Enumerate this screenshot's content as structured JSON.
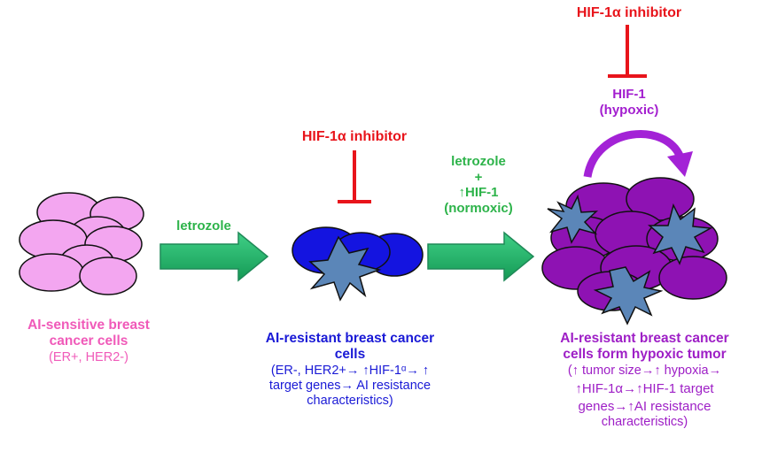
{
  "colors": {
    "sensitive_cell": "#f3a6f0",
    "resistant_cell": "#1414e0",
    "hypoxic_cell": "#8e12b3",
    "starburst": "#5b86b8",
    "arrow": "#1fae68",
    "inhibitor": "#e8141b",
    "label_green": "#2db34a",
    "label_pink": "#f05ab9",
    "label_blue": "#1a1ad6",
    "label_purple": "#9e1fc6"
  },
  "stage1": {
    "title_line1": "AI-sensitive breast",
    "title_line2": "cancer cells",
    "subtitle": "(ER+, HER2-)"
  },
  "arrow1": {
    "label": "letrozole"
  },
  "inhibitor_mid": {
    "label": "HIF-1α inhibitor"
  },
  "stage2": {
    "title_line1": "AI-resistant breast cancer",
    "title_line2": "cells",
    "detail_line1": "(ER-, HER2+→ ↑HIF-1ᵅ→ ↑",
    "detail_line2": "target genes→ AI resistance",
    "detail_line3": "characteristics)"
  },
  "arrow2": {
    "label_line1": "letrozole",
    "label_line2": "+",
    "label_line3": "↑HIF-1",
    "label_line4": "(normoxic)"
  },
  "inhibitor_top": {
    "label": "HIF-1α inhibitor"
  },
  "hif_hypoxic": {
    "line1": "HIF-1",
    "line2": "(hypoxic)"
  },
  "stage3": {
    "title_line1": "AI-resistant breast cancer",
    "title_line2": "cells form hypoxic tumor",
    "detail_line1": "(↑ tumor size→↑ hypoxia→",
    "detail_line2": "↑HIF-1α→↑HIF-1 target",
    "detail_line3": "genes→↑AI resistance",
    "detail_line4": "characteristics)"
  }
}
